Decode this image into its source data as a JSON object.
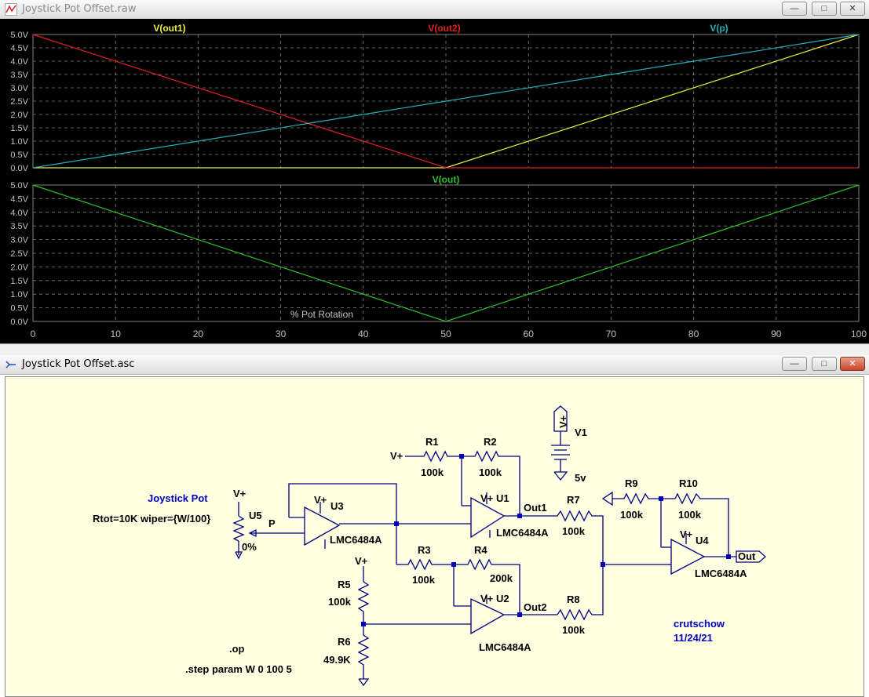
{
  "waveform_window": {
    "title": "Joystick Pot Offset.raw",
    "buttons": {
      "minimize": "—",
      "restore": "□",
      "close": "✕"
    },
    "top_pane": {
      "traces": [
        {
          "name": "V(out1)",
          "color": "#f0f040"
        },
        {
          "name": "V(out2)",
          "color": "#e02020"
        },
        {
          "name": "V(p)",
          "color": "#20b0c0"
        }
      ]
    },
    "bottom_pane": {
      "traces": [
        {
          "name": "V(out)",
          "color": "#30c030"
        }
      ]
    },
    "y_ticks": [
      "5.0V",
      "4.5V",
      "4.0V",
      "3.5V",
      "3.0V",
      "2.5V",
      "2.0V",
      "1.5V",
      "1.0V",
      "0.5V",
      "0.0V"
    ],
    "x_ticks": [
      "0",
      "10",
      "20",
      "30",
      "40",
      "50",
      "60",
      "70",
      "80",
      "90",
      "100"
    ],
    "x_axis_label": "% Pot Rotation"
  },
  "chart_data": [
    {
      "type": "line",
      "x": [
        0,
        50,
        100
      ],
      "series": [
        {
          "name": "V(out1)",
          "values": [
            0,
            0,
            5
          ]
        },
        {
          "name": "V(out2)",
          "values": [
            5,
            0,
            0
          ]
        },
        {
          "name": "V(p)",
          "values": [
            0,
            2.5,
            5
          ]
        }
      ],
      "xlim": [
        0,
        100
      ],
      "ylim": [
        0,
        5
      ],
      "grid": true
    },
    {
      "type": "line",
      "x": [
        0,
        50,
        100
      ],
      "series": [
        {
          "name": "V(out)",
          "values": [
            5,
            0,
            5
          ]
        }
      ],
      "xlim": [
        0,
        100
      ],
      "ylim": [
        0,
        5
      ],
      "grid": true,
      "xlabel": "% Pot Rotation"
    }
  ],
  "schematic_window": {
    "title": "Joystick Pot Offset.asc",
    "buttons": {
      "minimize": "—",
      "restore": "□",
      "close": "✕"
    },
    "labels": {
      "joystick_pot": "Joystick Pot",
      "rtot": "Rtot=10K wiper={W/100}",
      "u5": "U5",
      "p": "P",
      "pct": "0%",
      "vplus": "V+",
      "u1": "U1",
      "u2": "U2",
      "u3": "U3",
      "u4": "U4",
      "opamp": "LMC6484A",
      "r1": "R1",
      "r2": "R2",
      "r3": "R3",
      "r4": "R4",
      "r5": "R5",
      "r6": "R6",
      "r7": "R7",
      "r8": "R8",
      "r9": "R9",
      "r10": "R10",
      "v100k": "100k",
      "v200k": "200k",
      "v49k": "49.9K",
      "v1": "V1",
      "v5": "5v",
      "out1": "Out1",
      "out2": "Out2",
      "out": "Out",
      "author": "crutschow",
      "date": "11/24/21",
      "op": ".op",
      "step": ".step param W 0 100 5"
    }
  }
}
